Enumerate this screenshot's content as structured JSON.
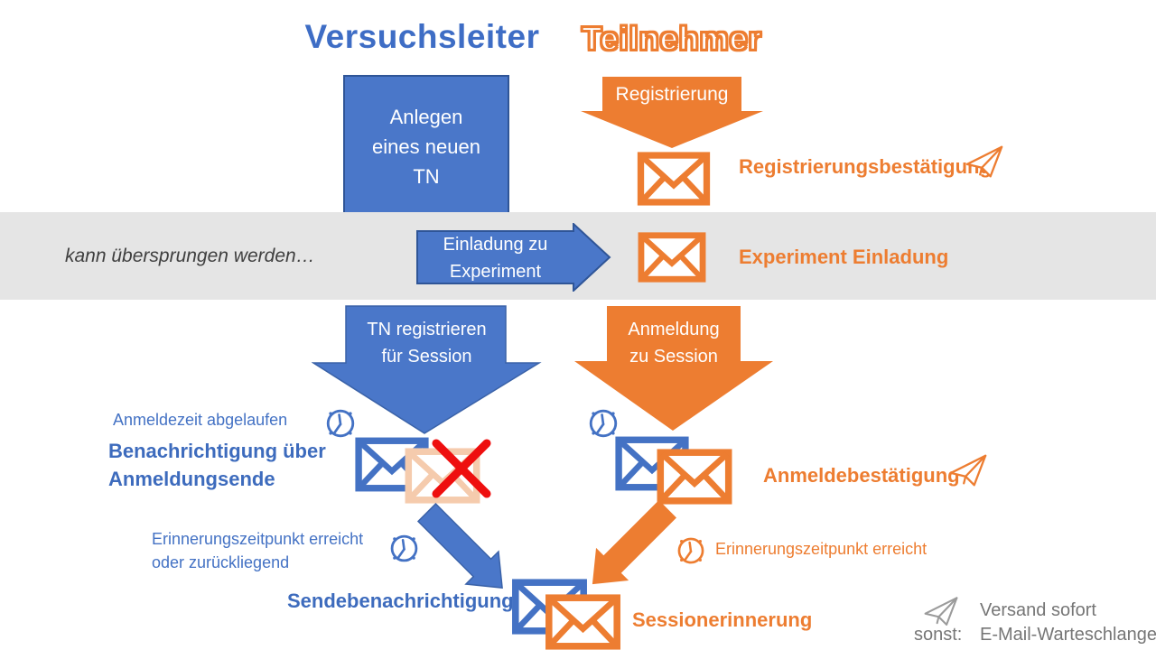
{
  "header": {
    "left_title": "Versuchsleiter",
    "right_title": "Teilnehmer"
  },
  "leader_flow": {
    "create_box_lines": [
      "Anlegen",
      "eines neuen",
      "TN"
    ],
    "register_session_arrow_lines": [
      "TN registrieren",
      "für Session"
    ],
    "signup_expired_label": "Anmeldezeit abgelaufen",
    "signup_end_notification_lines": [
      "Benachrichtigung über",
      "Anmeldungsende"
    ],
    "reminder_left_lines": [
      "Erinnerungszeitpunkt erreicht",
      "oder zurückliegend"
    ],
    "send_notification_label": "Sendebenachrichtigung"
  },
  "participant_flow": {
    "registration_arrow_label": "Registrierung",
    "registration_confirmation_label": "Registrierungsbestätigung",
    "signup_session_arrow_lines": [
      "Anmeldung",
      "zu Session"
    ],
    "signup_confirmation_label": "Anmeldebestätigung",
    "reminder_right_label": "Erinnerungszeitpunkt erreicht",
    "session_reminder_label": "Sessionerinnerung"
  },
  "skip_band": {
    "note": "kann übersprungen werden…",
    "invitation_arrow_lines": [
      "Einladung zu",
      "Experiment"
    ],
    "experiment_invitation_label": "Experiment Einladung"
  },
  "legend": {
    "immediate_label": "Versand sofort",
    "otherwise_prefix": "sonst:",
    "otherwise_label": "E-Mail-Warteschlange"
  },
  "icons": [
    "envelope-icon",
    "clock-icon",
    "paper-plane-icon",
    "red-cross-icon"
  ],
  "colors": {
    "blue": "#4472C4",
    "blue_fill": "#4A77C9",
    "blue_border": "#2F5597",
    "orange": "#ED7D31",
    "orange_pale": "#F5CBAD",
    "red": "#EE0F0F",
    "band_gray": "#E5E5E5",
    "legend_gray": "#767676",
    "note_gray": "#3F3F3F"
  }
}
